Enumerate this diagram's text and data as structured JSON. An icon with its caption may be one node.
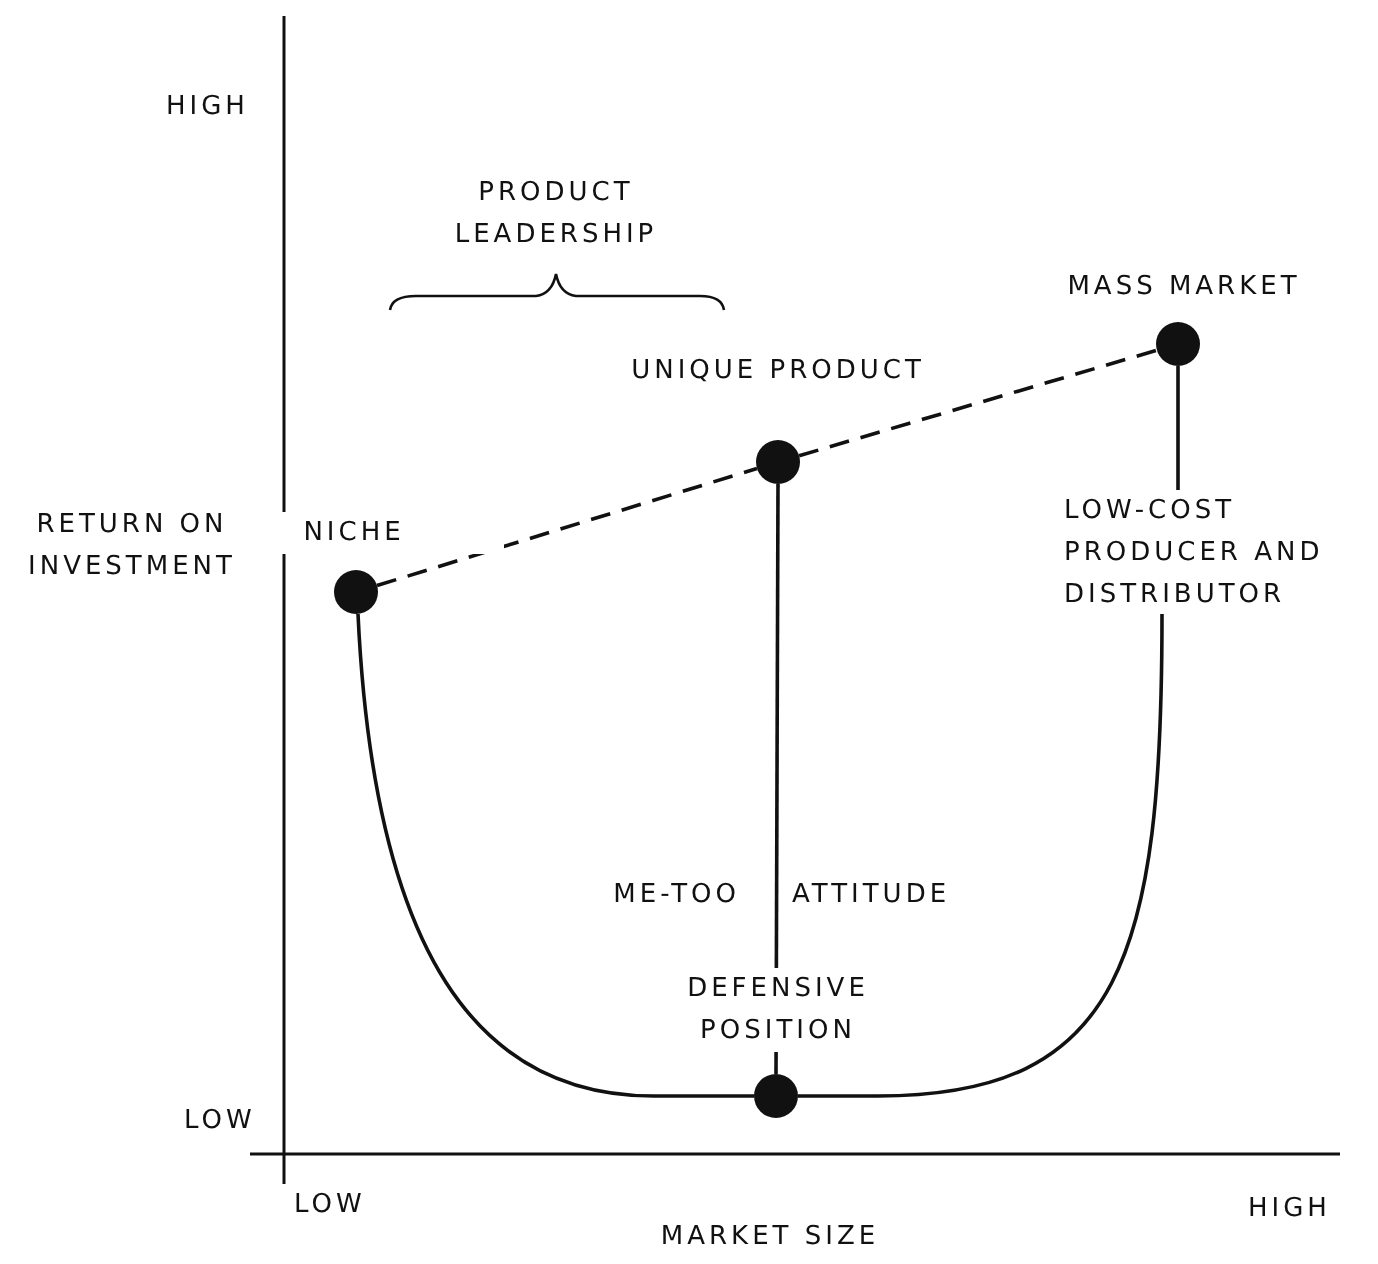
{
  "diagram": {
    "nodes": [
      {
        "text": [],
        "shape": "circle",
        "beside": [
          "MASS MARKET"
        ]
      },
      {
        "text": [],
        "shape": "circle",
        "beside": [
          "UNIQUE PRODUCT"
        ]
      },
      {
        "text": [
          "LOW-COST PRODUCER AND DISTRIBUTOR"
        ]
      },
      {
        "text": [],
        "shape": "circle",
        "beside": [
          "NICHE"
        ]
      },
      {
        "text": [],
        "shape": "circle",
        "beside": [
          "DEFENSIVE POSITION"
        ]
      }
    ],
    "edges": [
      {
        "from": 3,
        "to": 1,
        "arrow": "none",
        "style": "dashed"
      },
      {
        "from": 1,
        "to": 0,
        "arrow": "none",
        "style": "dashed"
      },
      {
        "from": 1,
        "to": 4,
        "arrow": "none"
      },
      {
        "from": 3,
        "to": 4,
        "arrow": "none"
      },
      {
        "from": 4,
        "to": 2,
        "arrow": "none"
      },
      {
        "from": 0,
        "to": 2,
        "arrow": "none"
      }
    ],
    "labels": [
      "HIGH",
      "PRODUCT LEADERSHIP",
      "RETURN ON INVESTMENT",
      "ME-TOO",
      "ATTITUDE",
      "LOW",
      "LOW",
      "HIGH",
      "MARKET SIZE"
    ]
  }
}
